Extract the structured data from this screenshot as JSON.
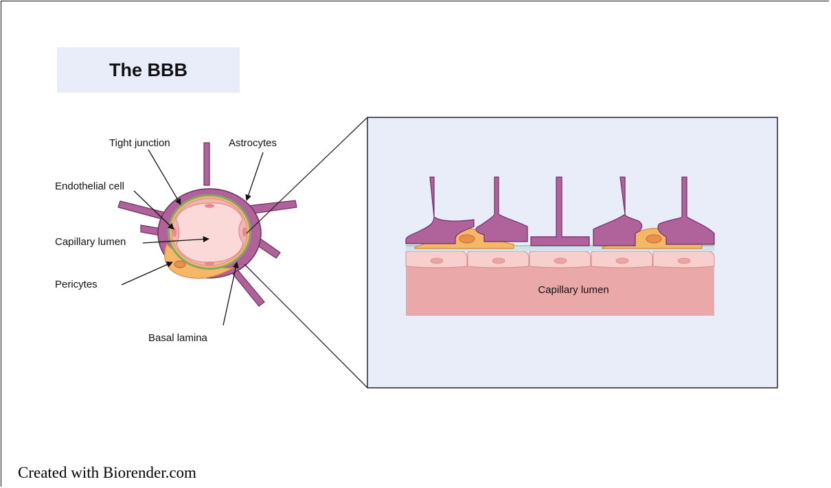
{
  "title": "The BBB",
  "labels": {
    "tight_junction": "Tight junction",
    "astrocytes": "Astrocytes",
    "endothelial_cell": "Endothelial cell",
    "capillary_lumen": "Capillary lumen",
    "pericytes": "Pericytes",
    "basal_lamina": "Basal lamina",
    "inset_lumen": "Capillary lumen"
  },
  "credit": "Created with Biorender.com",
  "colors": {
    "astrocyte": "#b0639a",
    "astrocyte_dark": "#6e2f5f",
    "pericyte": "#f6b866",
    "pericyte_nucleus": "#e8914c",
    "endothelial": "#f7cfcd",
    "lumen": "#fbd9d8",
    "lumen_inset": "#eaa9a8",
    "basal_lamina": "#7fa86a",
    "inset_bg": "#e8edf9",
    "title_bg": "#e8edf9"
  }
}
